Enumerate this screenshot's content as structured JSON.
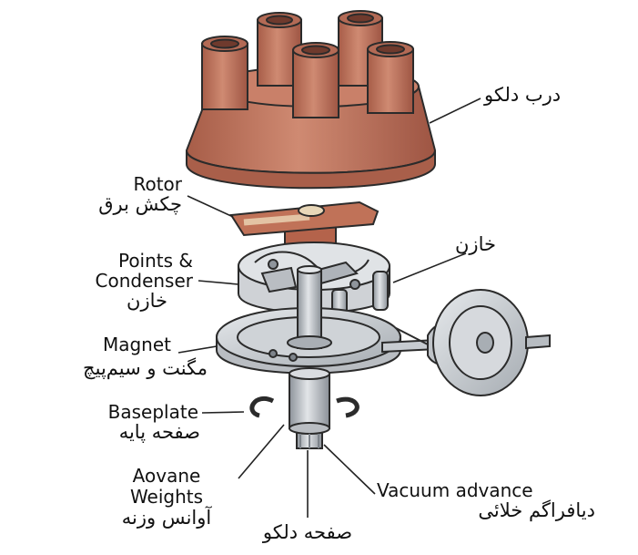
{
  "labels": {
    "cap_fa": "درب دلکو",
    "rotor_en": "Rotor",
    "rotor_fa": "چکش برق",
    "condenser_fa": "خازن",
    "points_en_1": "Points &",
    "points_en_2": "Condenser",
    "points_fa": "خازن",
    "magnet_en": "Magnet",
    "magnet_fa": "مگنت و سیم‌پیچ",
    "baseplate_en": "Baseplate",
    "baseplate_fa": "صفحه پایه",
    "weights_en_1": "Aovane",
    "weights_en_2": "Weights",
    "weights_fa": "آوانس وزنه",
    "shaft_fa": "صفحه دلکو",
    "vacuum_en": "Vacuum advance",
    "vacuum_fa": "دیافراگم خلائی"
  },
  "colors": {
    "cap": "#c47a63",
    "cap_dark": "#9a5443",
    "rotor": "#b9654c",
    "metal": "#c9ccd1",
    "metal_dark": "#8f959c",
    "outline": "#2b2b2b"
  }
}
